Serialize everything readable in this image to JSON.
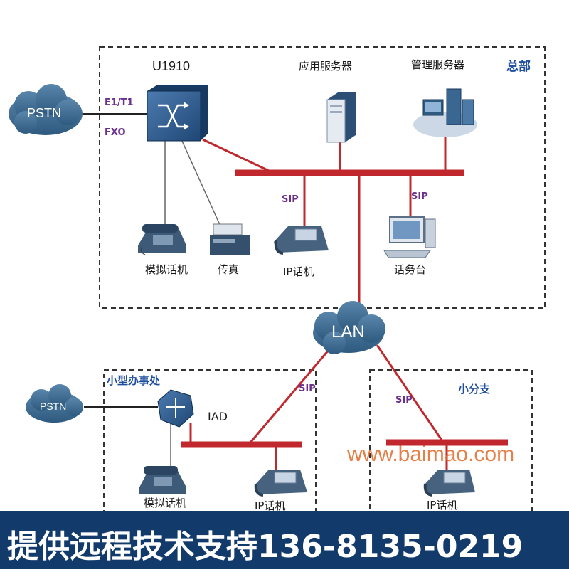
{
  "headquarters": {
    "region_label": "总部",
    "device_name": "U1910",
    "app_server": "应用服务器",
    "mgmt_server": "管理服务器",
    "trunk_e1": "E1/T1",
    "trunk_fxo": "FXO",
    "pstn": "PSTN",
    "sip_left": "SIP",
    "sip_right": "SIP",
    "analog_phone": "模拟话机",
    "fax": "传真",
    "ip_phone": "IP话机",
    "console": "话务台"
  },
  "lan": {
    "label": "LAN"
  },
  "small_office": {
    "region_label": "小型办事处",
    "pstn": "PSTN",
    "iad": "IAD",
    "sip": "SIP",
    "analog_phone": "模拟话机",
    "ip_phone": "IP话机"
  },
  "small_branch": {
    "region_label": "小分支",
    "sip": "SIP",
    "ip_phone": "IP话机"
  },
  "watermark": "www.baimao.com",
  "footer": {
    "text": "提供远程技术支持136-8135-0219"
  },
  "colors": {
    "link": "#c0282d",
    "cloud": "#3f6d94",
    "footer_bg": "#123a6b",
    "sip": "#6b2f8c",
    "region": "#1f4e9c"
  }
}
